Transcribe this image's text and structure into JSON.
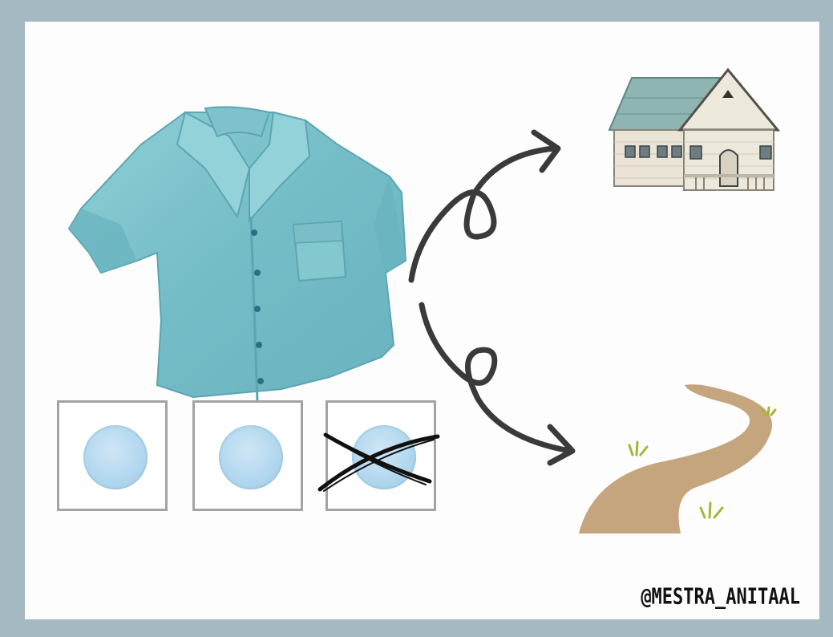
{
  "watermark": {
    "text": "@MESTRA_ANITAAL"
  },
  "buttons": [
    {
      "state": "present"
    },
    {
      "state": "present"
    },
    {
      "state": "crossed-out"
    }
  ],
  "colors": {
    "frame": "#a5b9c3",
    "shirt": "#7ec3cc",
    "button": "#b3d8ef",
    "path": "#c4a57d",
    "grass": "#a8b53a",
    "arrow": "#3a3a3a"
  },
  "icons": [
    "shirt-icon",
    "house-icon",
    "path-icon",
    "arrow-up-icon",
    "arrow-down-icon",
    "cross-mark-icon"
  ]
}
